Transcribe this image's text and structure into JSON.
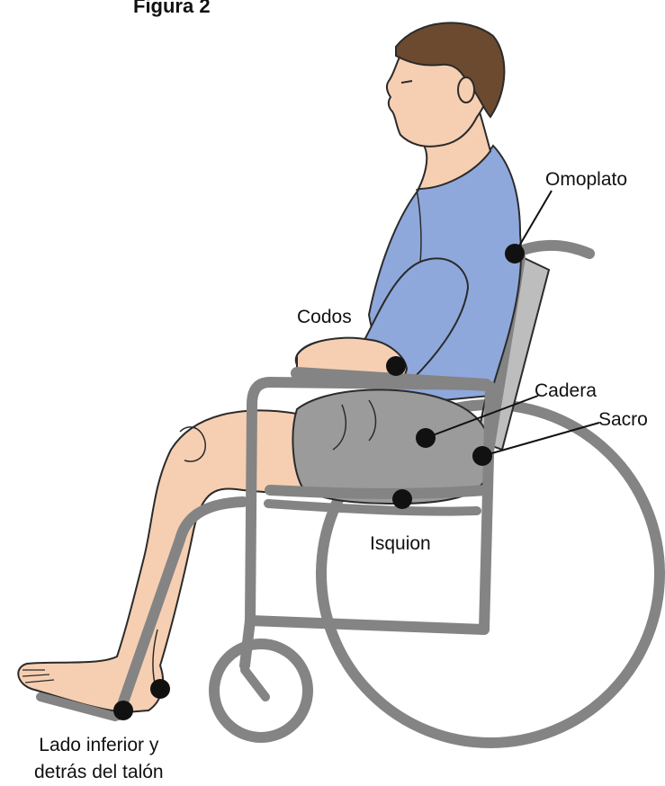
{
  "figure": {
    "title": "Figura 2",
    "labels": {
      "omoplato": "Omoplato",
      "codos": "Codos",
      "cadera": "Cadera",
      "sacro": "Sacro",
      "isquion": "Isquion",
      "heel_line1": "Lado inferior y",
      "heel_line2": "detrás del talón"
    }
  },
  "colors": {
    "skin": "#f6cfb2",
    "shirt": "#8fa8dc",
    "shorts": "#9b9b9b",
    "hair": "#6b4a2f",
    "wheelchair": "#848484",
    "point": "#111111"
  }
}
